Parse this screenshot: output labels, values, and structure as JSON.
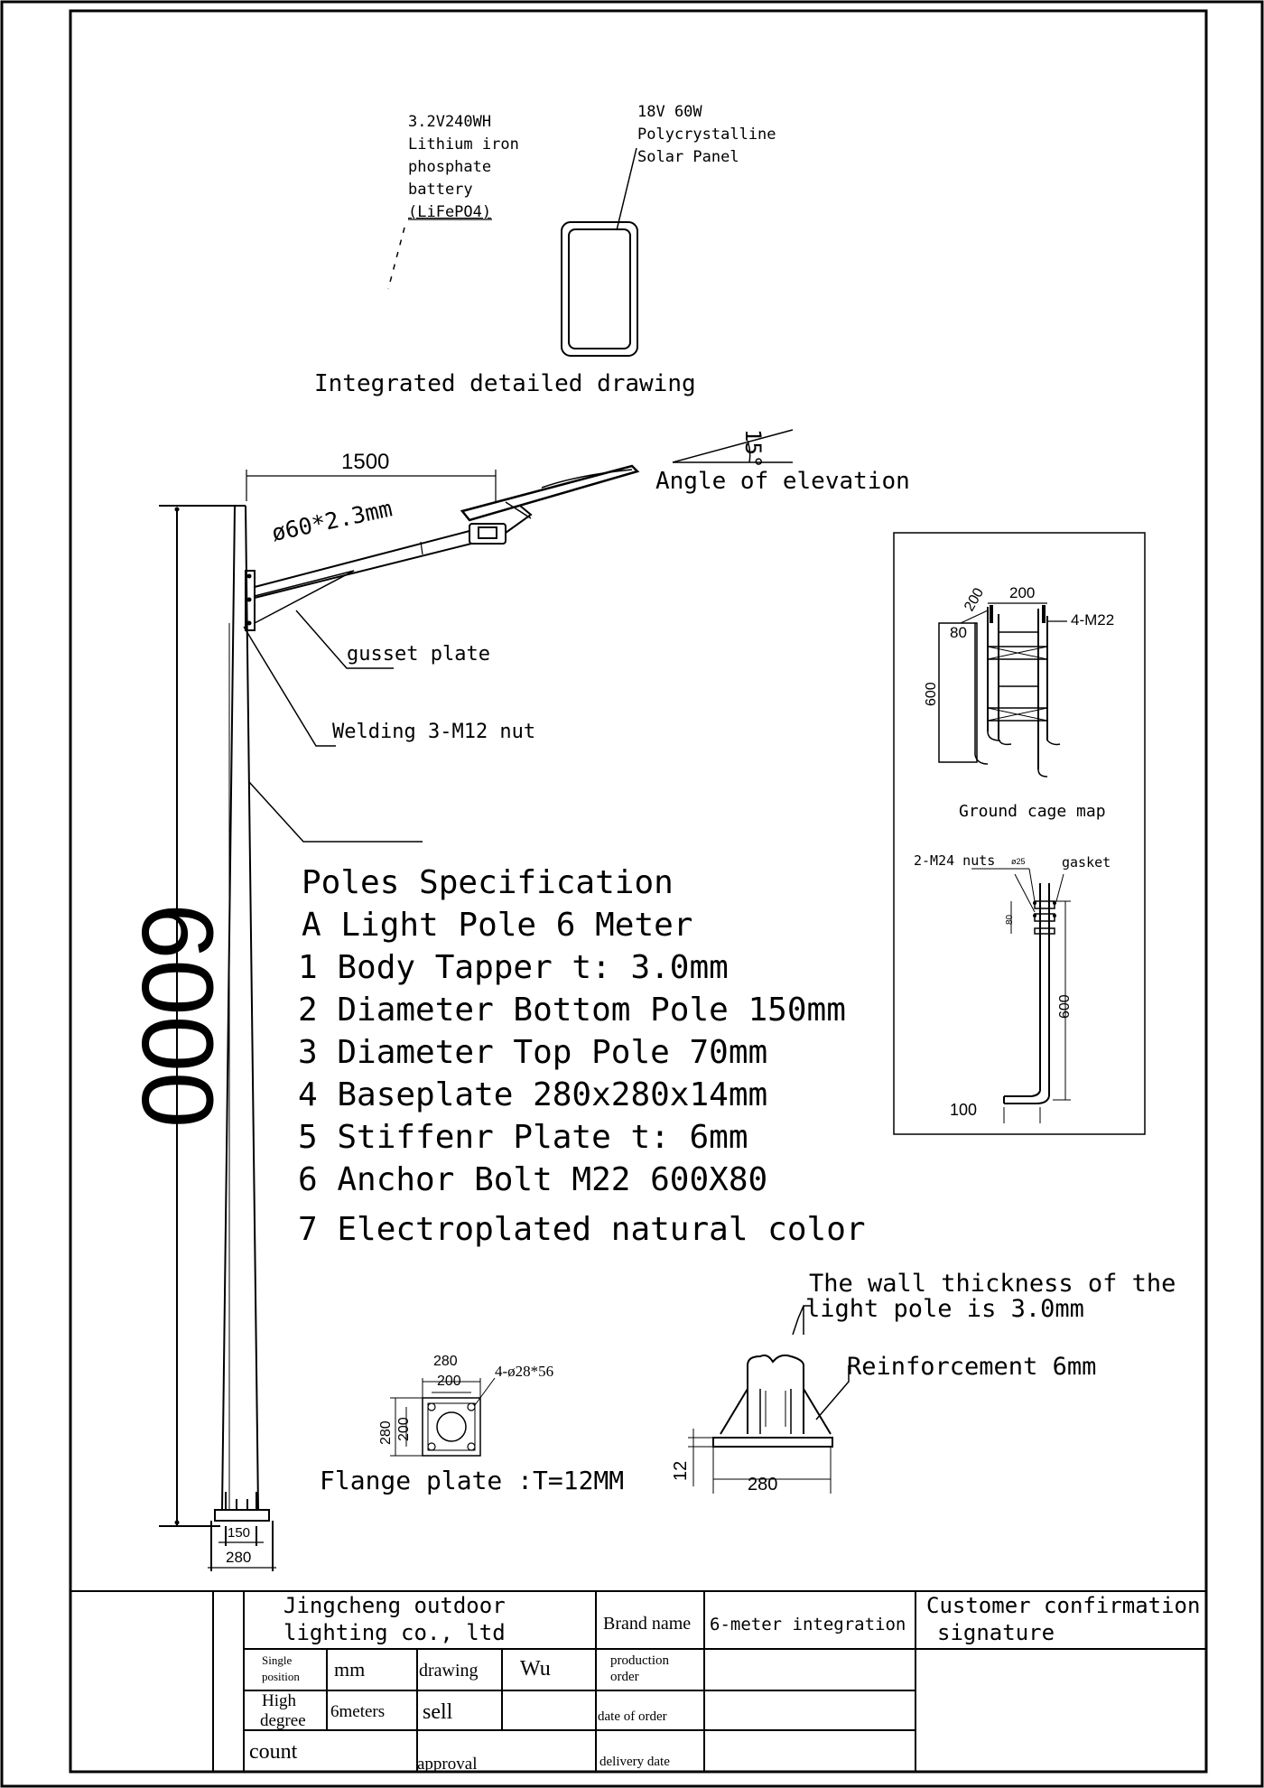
{
  "battery_label": [
    "3.2V240WH",
    "Lithium iron",
    "phosphate",
    "battery",
    "(LiFePO4)"
  ],
  "panel_label": [
    "18V 60W",
    "Polycrystalline",
    "Solar Panel"
  ],
  "integrated_title": "Integrated detailed drawing",
  "arm_length": "1500",
  "arm_tube": "ø60*2.3mm",
  "elevation_angle": "15°",
  "elevation_label": "Angle of elevation",
  "gusset_label": "gusset plate",
  "weld_label": "Welding 3-M12 nut",
  "pole_height": "6000",
  "spec": {
    "lines": [
      "Poles Specification",
      "A Light Pole 6 Meter",
      "1 Body Tapper t: 3.0mm",
      "2 Diameter Bottom Pole 150mm",
      "3 Diameter Top Pole 70mm",
      "4 Baseplate 280x280x14mm",
      "5 Stiffenr Plate t: 6mm",
      "6 Anchor Bolt M22 600X80",
      "7 Electroplated natural color"
    ]
  },
  "cage": {
    "dim_200a": "200",
    "dim_200b": "200",
    "dim_80": "80",
    "dim_600": "600",
    "bolts": "4-M22",
    "title": "Ground cage map",
    "nuts": "2-M24 nuts",
    "phi": "ø25",
    "gasket": "gasket",
    "bolt_80": "80",
    "bolt_600": "600",
    "bolt_100": "100"
  },
  "flange": {
    "dim_280_top": "280",
    "dim_200_top": "200",
    "dim_280_side": "280",
    "dim_200_side": "200",
    "holes": "4-ø28*56",
    "caption": "Flange plate :T=12MM"
  },
  "base_detail": {
    "wall_note": [
      "The wall thickness of the",
      "light pole is 3.0mm"
    ],
    "reinforcement": "Reinforcement 6mm",
    "dim_12": "12",
    "dim_280": "280"
  },
  "pole_base_dims": {
    "d150": "150",
    "d280": "280"
  },
  "title_block": {
    "company": [
      "Jingcheng outdoor",
      "lighting co., ltd"
    ],
    "brand_label": "Brand name",
    "brand_value": "6-meter integration",
    "customer": [
      "Customer confirmation",
      "signature"
    ],
    "unit_label": [
      "Single",
      "position"
    ],
    "unit_value": "mm",
    "drawing_label": "drawing",
    "drawing_value": "Wu",
    "prod_order": [
      "production",
      "order"
    ],
    "height_label": [
      "High",
      "degree"
    ],
    "height_value": "6meters",
    "sell_label": "sell",
    "order_date": "date of order",
    "count_label": "count",
    "approval_label": "approval",
    "delivery_label": "delivery date"
  }
}
